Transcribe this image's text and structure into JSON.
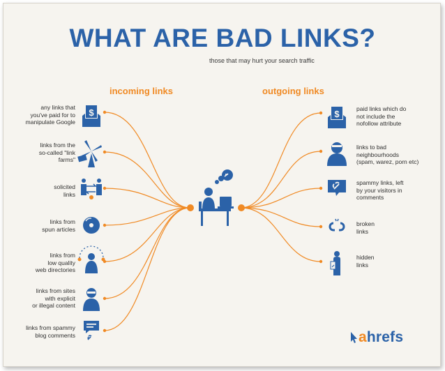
{
  "title": "WHAT ARE BAD LINKS?",
  "subtitle": "those that may hurt your search traffic",
  "incoming_heading": "incoming links",
  "outgoing_heading": "outgoing links",
  "incoming": [
    {
      "line1": "any links that",
      "line2": "you've paid for to",
      "line3": "manipulate Google",
      "icon": "dollar-envelope-icon"
    },
    {
      "line1": "links from the",
      "line2": "so-called \"link",
      "line3": "farms\"",
      "icon": "windmill-farm-icon"
    },
    {
      "line1": "solicited",
      "line2": "links",
      "line3": "",
      "icon": "link-exchange-icon"
    },
    {
      "line1": "links from",
      "line2": "spun articles",
      "line3": "",
      "icon": "spinning-disc-icon"
    },
    {
      "line1": "links from",
      "line2": "low quality",
      "line3": "web directories",
      "icon": "juggling-person-icon"
    },
    {
      "line1": "links from sites",
      "line2": "with explicit",
      "line3": "or illegal content",
      "icon": "masked-person-icon"
    },
    {
      "line1": "links from spammy",
      "line2": "blog comments",
      "line3": "",
      "icon": "comment-link-icon"
    }
  ],
  "outgoing": [
    {
      "line1": "paid links which do",
      "line2": "not include the",
      "line3": "nofollow attribute",
      "icon": "dollar-envelope-icon"
    },
    {
      "line1": "links to bad",
      "line2": "neighbourhoods",
      "line3": "(spam, warez, porn etc)",
      "icon": "hooded-person-icon"
    },
    {
      "line1": "spammy links, left",
      "line2": "by your visitors in",
      "line3": "comments",
      "icon": "link-bubble-icon"
    },
    {
      "line1": "broken",
      "line2": "links",
      "line3": "",
      "icon": "broken-link-icon"
    },
    {
      "line1": "hidden",
      "line2": "links",
      "line3": "",
      "icon": "hidden-person-icon"
    }
  ],
  "center_icon": "person-at-desk-icon",
  "brand": {
    "first": "a",
    "rest": "hrefs",
    "icon": "cursor-icon"
  },
  "colors": {
    "primary": "#2b62a8",
    "accent": "#f08a24",
    "background": "#f6f4ef"
  }
}
